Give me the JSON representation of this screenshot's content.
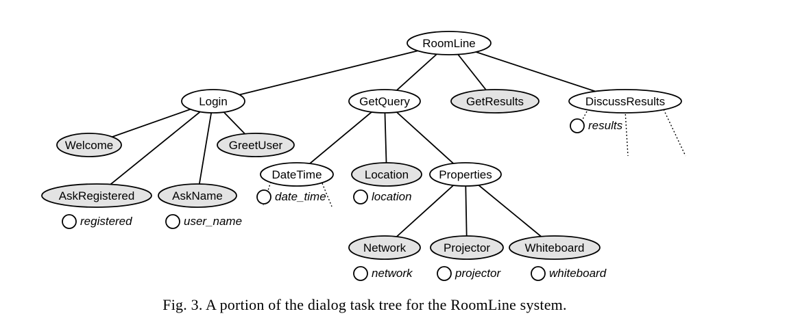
{
  "diagram": {
    "nodes": {
      "roomline": {
        "label": "RoomLine",
        "filled": false
      },
      "login": {
        "label": "Login",
        "filled": false
      },
      "getquery": {
        "label": "GetQuery",
        "filled": false
      },
      "getresults": {
        "label": "GetResults",
        "filled": true
      },
      "discussresults": {
        "label": "DiscussResults",
        "filled": false
      },
      "welcome": {
        "label": "Welcome",
        "filled": true
      },
      "greetuser": {
        "label": "GreetUser",
        "filled": true
      },
      "askregistered": {
        "label": "AskRegistered",
        "filled": true
      },
      "askname": {
        "label": "AskName",
        "filled": true
      },
      "datetime": {
        "label": "DateTime",
        "filled": false
      },
      "location": {
        "label": "Location",
        "filled": true
      },
      "properties": {
        "label": "Properties",
        "filled": false
      },
      "network": {
        "label": "Network",
        "filled": true
      },
      "projector": {
        "label": "Projector",
        "filled": true
      },
      "whiteboard": {
        "label": "Whiteboard",
        "filled": true
      }
    },
    "concepts": {
      "results": "results",
      "registered": "registered",
      "user_name": "user_name",
      "date_time": "date_time",
      "location": "location",
      "network": "network",
      "projector": "projector",
      "whiteboard": "whiteboard"
    },
    "edges": [
      [
        "roomline",
        "login"
      ],
      [
        "roomline",
        "getquery"
      ],
      [
        "roomline",
        "getresults"
      ],
      [
        "roomline",
        "discussresults"
      ],
      [
        "login",
        "welcome"
      ],
      [
        "login",
        "greetuser"
      ],
      [
        "login",
        "askregistered"
      ],
      [
        "login",
        "askname"
      ],
      [
        "getquery",
        "datetime"
      ],
      [
        "getquery",
        "location"
      ],
      [
        "getquery",
        "properties"
      ],
      [
        "properties",
        "network"
      ],
      [
        "properties",
        "projector"
      ],
      [
        "properties",
        "whiteboard"
      ]
    ],
    "colors": {
      "filled": "#e3e3e3",
      "stroke": "#000000"
    }
  },
  "caption": "Fig. 3.  A portion of the dialog task tree for the RoomLine system."
}
